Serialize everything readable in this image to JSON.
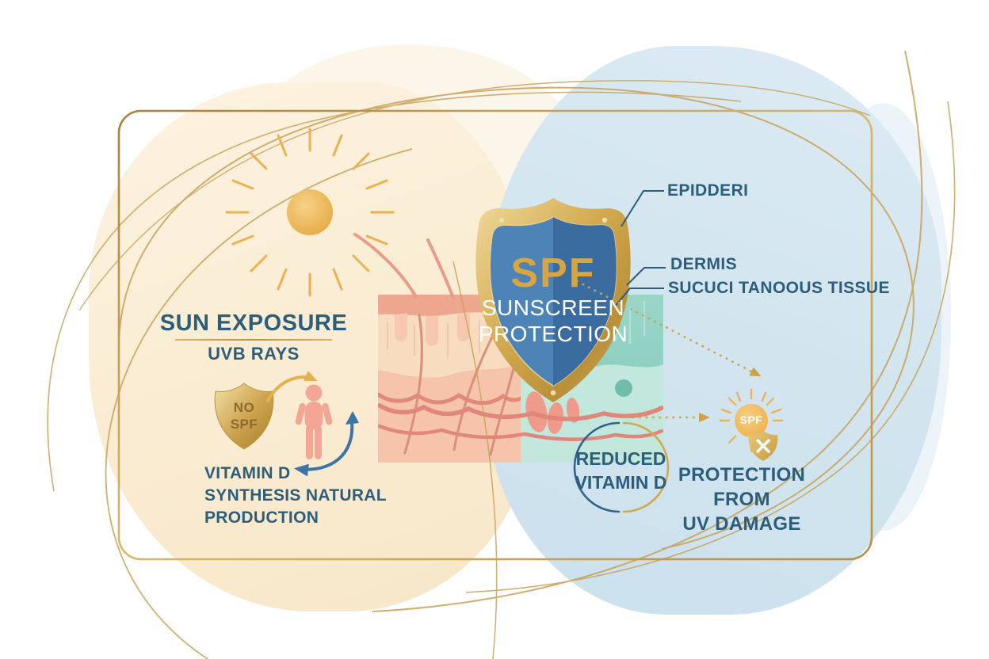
{
  "left_panel": {
    "title": "SUN EXPOSURE",
    "subtitle": "UVB RAYS",
    "no_spf": {
      "line1": "NO",
      "line2": "SPF"
    },
    "cycle": {
      "line1": "VITAMIN D",
      "line2": "SYNTHESIS NATURAL PRODUCTION"
    }
  },
  "center_shield": {
    "title": "SPF",
    "line1": "SUNSCREEN",
    "line2": "PROTECTION"
  },
  "skin_labels": [
    {
      "text": "EPIDDERI"
    },
    {
      "text": "DERMIS"
    },
    {
      "text": "SUCUCI TANOOUS TISSUE"
    }
  ],
  "right_panel": {
    "reduced": {
      "line1": "REDUCED",
      "line2": "VITAMIN D"
    },
    "spf_badge": "SPF",
    "protection": {
      "line1": "PROTECTION FROM",
      "line2": "UV DAMAGE"
    }
  },
  "icons": {
    "sun-icon": "☀",
    "no-spf-shield-icon": "🛡",
    "spf-shield-icon": "🛡",
    "person-icon": "🧍",
    "cycle-gold-arrow-icon": "➜",
    "cycle-blue-arrow-icon": "➜",
    "spf-sun-badge-icon": "☀",
    "x-shield-icon": "✕",
    "reduced-circle-icon": "◯"
  },
  "colors": {
    "gold_accent": "#C9A35A",
    "gold_deep": "#B08A3E",
    "teal_text": "#2C5E7B",
    "shield_blue": "#4E83B8",
    "shield_blue_dark": "#3A6CA0",
    "peach_background": "#FAEDD4",
    "blue_background": "#D2E5EF",
    "skin_pink": "#F5C4AB",
    "skin_teal": "#8ED0C2",
    "vessel_pink": "#E0867A",
    "person_pink": "#F2A693",
    "arrow_blue": "#3C74A6"
  }
}
